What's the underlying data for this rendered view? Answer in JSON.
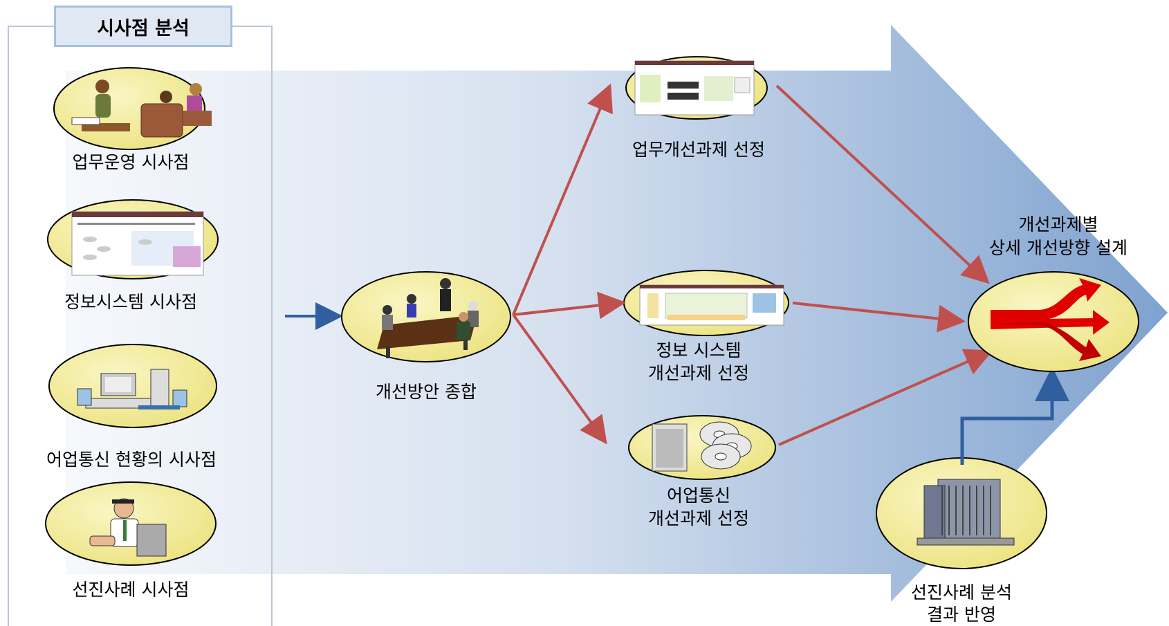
{
  "panel": {
    "title": "시사점 분석"
  },
  "left_items": [
    {
      "label": "업무운영 시사점",
      "icon": "meeting-people-icon"
    },
    {
      "label": "정보시스템 시사점",
      "icon": "system-document-icon"
    },
    {
      "label": "어업통신 현황의 시사점",
      "icon": "computer-network-icon"
    },
    {
      "label": "선진사례 시사점",
      "icon": "man-at-computer-icon"
    }
  ],
  "center": {
    "label": "개선방안 종합",
    "icon": "conference-table-icon"
  },
  "tasks": [
    {
      "label": "업무개선과제 선정",
      "icon": "business-document-icon"
    },
    {
      "label_line1": "정보 시스템",
      "label_line2": "개선과제 선정",
      "icon": "system-diagram-icon"
    },
    {
      "label_line1": "어업통신",
      "label_line2": "개선과제 선정",
      "icon": "server-discs-icon"
    }
  ],
  "result": {
    "label_line1": "개선과제별",
    "label_line2": "상세 개선방향 설계",
    "icon": "red-arrows-icon"
  },
  "benchmark": {
    "label_line1": "선진사례 분석",
    "label_line2": "결과 반영",
    "icon": "office-building-icon"
  },
  "colors": {
    "ellipse_fill": "#f2ec96",
    "arrow_red": "#c0504d",
    "arrow_blue": "#2f5f9e",
    "band_light": "#f3f6fb",
    "band_dark": "#7ea1cf",
    "title_border": "#a9c0dc"
  }
}
